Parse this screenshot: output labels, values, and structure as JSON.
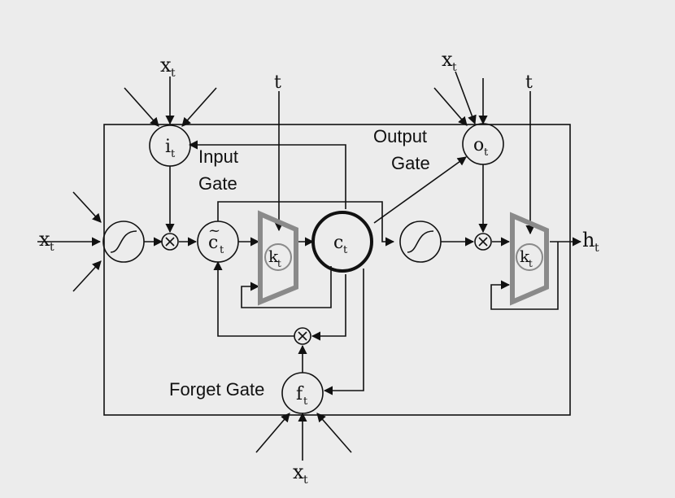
{
  "labels": {
    "input_gate": [
      "Input",
      "Gate"
    ],
    "output_gate": [
      "Output",
      "Gate"
    ],
    "forget_gate": "Forget Gate"
  },
  "symbols": {
    "x": "x",
    "t": "t",
    "h": "h",
    "i": "i",
    "o": "o",
    "f": "f",
    "c": "c",
    "c_tilde": "c",
    "tilde": "~",
    "k": "k"
  },
  "colors": {
    "background": "#ececec",
    "line": "#111111",
    "k_block": "#8a8a8a"
  }
}
